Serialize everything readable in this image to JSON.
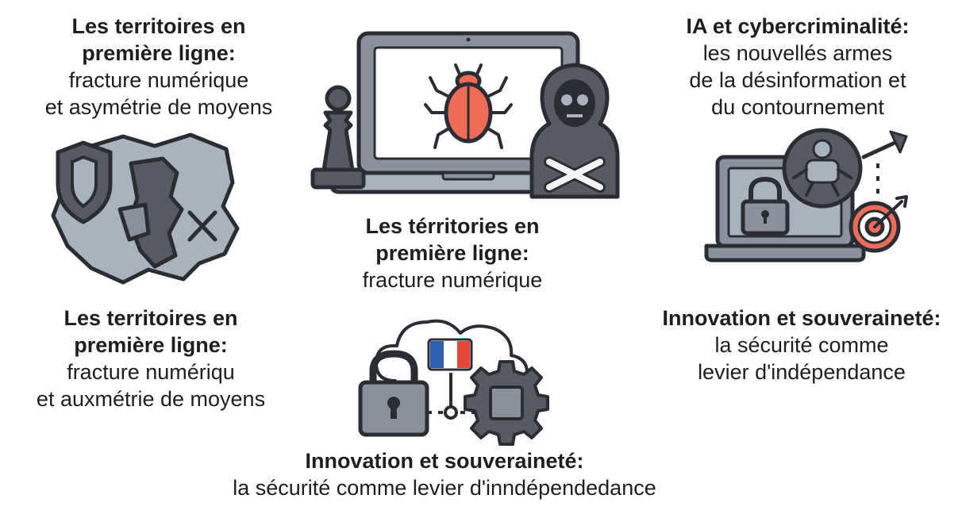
{
  "blocks": {
    "top_left": {
      "title_1": "Les territoires en",
      "title_2": "première ligne:",
      "line_1": "fracture numérique",
      "line_2": "et asymétrie de moyens"
    },
    "center_mid": {
      "title_1": "Les térritories en",
      "title_2": "première ligne:",
      "line_1": "fracture numérique"
    },
    "top_right": {
      "title_1": "IA et cybercriminalité:",
      "line_1": "les nouvellés armes",
      "line_2": "de la désinformation et",
      "line_3": "du contournement"
    },
    "bottom_left": {
      "title_1": "Les territoires en",
      "title_2": "première ligne:",
      "line_1": "fracture numériqu",
      "line_2": "et auxmétrie de moyens"
    },
    "right_mid": {
      "title_1": "Innovation et souveraineté:",
      "line_1": "la sécurité comme",
      "line_2": "levier d'indépendance"
    },
    "bottom_center": {
      "title_1": "Innovation et souveraineté:",
      "line_1": "la sécurité comme levier d'inndépendedance"
    }
  },
  "icons": {
    "map": "territory-map-icon",
    "laptop": "laptop-virus-hacker-icon",
    "ai": "ai-laptop-lock-target-icon",
    "cloud": "sovereign-cloud-icon"
  },
  "colors": {
    "dark_gray": "#555a64",
    "mid_gray": "#8a919e",
    "light_gray": "#a9b2bf",
    "accent_red": "#ee6b57",
    "flag_blue": "#2e5fae",
    "flag_red": "#e5483a"
  }
}
